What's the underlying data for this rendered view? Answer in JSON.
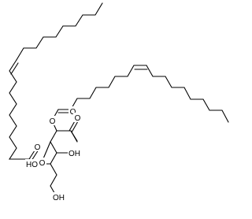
{
  "diagram": {
    "type": "skeletal-structure",
    "atom_labels": {
      "ester_o_right_single": "O",
      "ester_o_right_carbonyl": "O",
      "ketone_o": "O",
      "ester_o_left_single": "O",
      "ester_o_left_carbonyl": "O",
      "oh_c4": "OH",
      "oh_c5": "OH",
      "oh_terminal": "HO"
    }
  }
}
